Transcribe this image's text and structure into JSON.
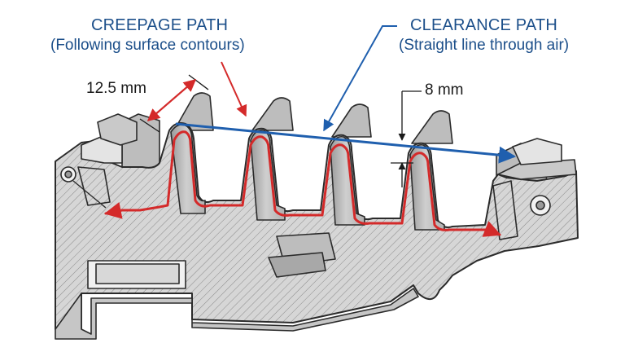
{
  "creepage": {
    "title": "CREEPAGE PATH",
    "subtitle": "(Following surface contours)",
    "distance": "12.5 mm",
    "color": "#d42a2a"
  },
  "clearance": {
    "title": "CLEARANCE PATH",
    "subtitle": "(Straight line through air)",
    "distance": "8 mm",
    "color": "#1f5fae"
  },
  "colors": {
    "body_fill": "#d9d9d9",
    "outline": "#2b2b2b",
    "label_text": "#1c4f8a"
  }
}
